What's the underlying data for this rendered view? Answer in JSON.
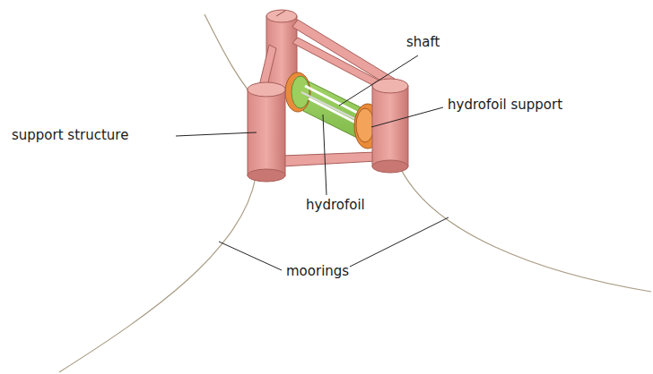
{
  "diagram": {
    "labels": [
      "shaft",
      "hydrofoil support",
      "support structure",
      "hydrofoil",
      "moorings"
    ]
  }
}
